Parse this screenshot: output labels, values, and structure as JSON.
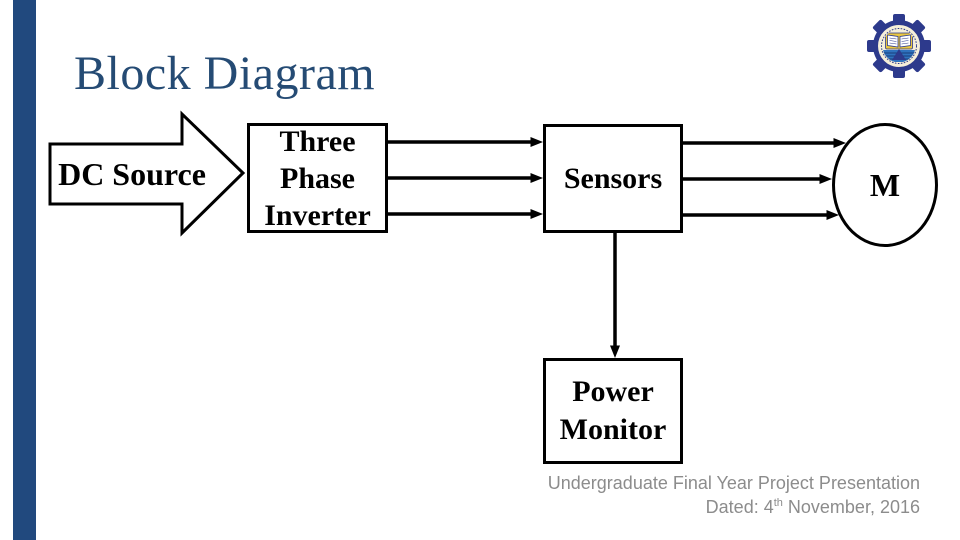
{
  "slide": {
    "title": "Block Diagram"
  },
  "colors": {
    "accent_bar": "#21497E",
    "title_text": "#254B74",
    "diagram_stroke": "#000000",
    "footer_text": "#8C8C8C",
    "logo_navy": "#2D3A8C",
    "logo_cream": "#F5EFD9",
    "logo_water_blue": "#2F72BE",
    "logo_gold": "#E9C63F"
  },
  "diagram": {
    "dc_source_label": "DC Source",
    "inverter_lines": [
      "Three",
      "Phase",
      "Inverter"
    ],
    "sensors_label": "Sensors",
    "motor_label": "M",
    "power_monitor_lines": [
      "Power",
      "Monitor"
    ]
  },
  "footer": {
    "line1": "Undergraduate Final Year Project Presentation",
    "line2_prefix": "Dated: 4",
    "line2_sup": "th",
    "line2_suffix": " November, 2016"
  },
  "logo": {
    "name": "university-engineering-gear-crest"
  }
}
